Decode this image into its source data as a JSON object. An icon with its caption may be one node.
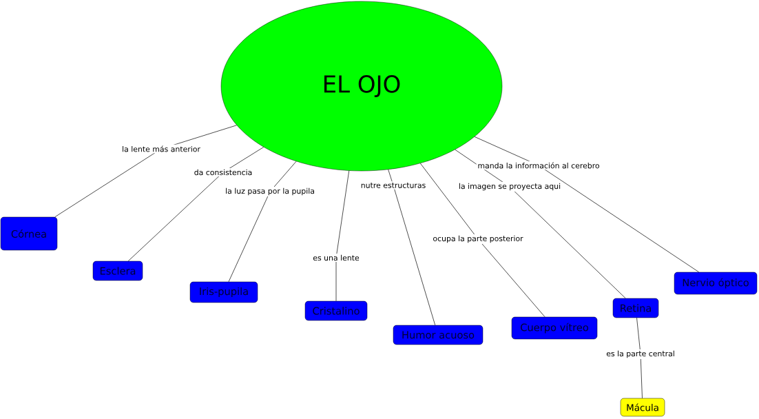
{
  "diagram": {
    "nodes": [
      {
        "text": [
          "EL OJO"
        ]
      },
      {
        "text": [
          "Córnea"
        ]
      },
      {
        "text": [
          "Esclera"
        ]
      },
      {
        "text": [
          "Iris-pupila"
        ]
      },
      {
        "text": [
          "Cristalino"
        ]
      },
      {
        "text": [
          "Humor acuoso"
        ]
      },
      {
        "text": [
          "Cuerpo vítreo"
        ]
      },
      {
        "text": [
          "Retina"
        ]
      },
      {
        "text": [
          "Nervio óptico"
        ]
      },
      {
        "text": [
          "Mácula"
        ]
      }
    ],
    "edges": [
      {
        "from": 0,
        "to": 1,
        "arrow": "none",
        "label": "la lente más anterior"
      },
      {
        "from": 0,
        "to": 2,
        "arrow": "none",
        "label": "da consistencia"
      },
      {
        "from": 0,
        "to": 3,
        "arrow": "none",
        "label": "la luz pasa por la pupila"
      },
      {
        "from": 0,
        "to": 4,
        "arrow": "none",
        "label": "es una lente"
      },
      {
        "from": 0,
        "to": 5,
        "arrow": "none",
        "label": "nutre estructuras"
      },
      {
        "from": 0,
        "to": 6,
        "arrow": "none",
        "label": "ocupa la parte posterior"
      },
      {
        "from": 0,
        "to": 7,
        "arrow": "none",
        "label": "la imagen se proyecta aqui"
      },
      {
        "from": 0,
        "to": 8,
        "arrow": "none",
        "label": "manda la información al cerebro"
      },
      {
        "from": 7,
        "to": 9,
        "arrow": "none",
        "label": "es la parte central"
      }
    ]
  }
}
